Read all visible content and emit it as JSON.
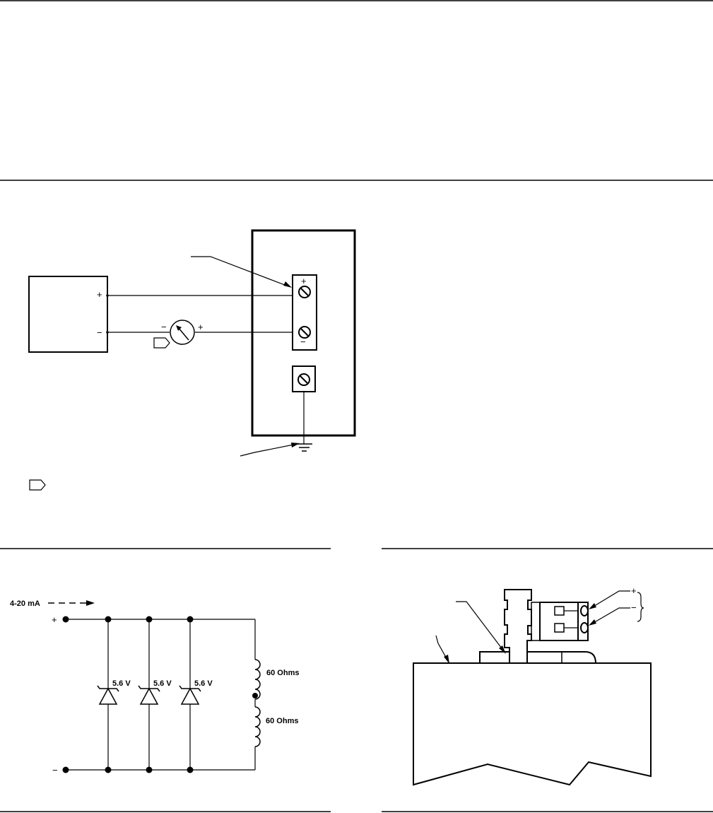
{
  "fig1": {
    "plus": "+",
    "minus": "−",
    "meter_minus": "−",
    "meter_plus": "+",
    "terminal_plus": "+",
    "terminal_minus": "−"
  },
  "fig2": {
    "current_label": "4-20 mA",
    "plus": "+",
    "minus": "−",
    "zener_1": "5.6 V",
    "zener_2": "5.6 V",
    "zener_3": "5.6 V",
    "coil_1": "60 Ohms",
    "coil_2": "60 Ohms"
  },
  "fig3": {
    "plus": "+",
    "minus": "−"
  },
  "colors": {
    "ink": "#000000",
    "paper": "#ffffff"
  },
  "icons": [
    "meter-icon",
    "screw-terminal-icon",
    "ground-icon",
    "zener-diode-icon",
    "inductor-icon",
    "note-flag-icon"
  ]
}
